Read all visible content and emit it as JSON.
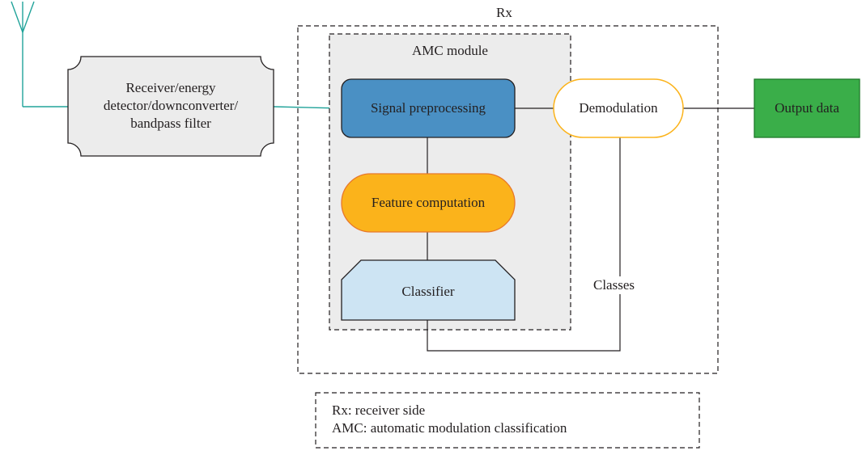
{
  "receiver": {
    "lines": [
      "Receiver/energy",
      "detector/downconverter/",
      "bandpass filter"
    ]
  },
  "rx": {
    "title": "Rx"
  },
  "amc": {
    "title": "AMC module",
    "signal_preprocessing": "Signal preprocessing",
    "feature_computation": "Feature computation",
    "classifier": "Classifier"
  },
  "demodulation": "Demodulation",
  "output": "Output data",
  "classes": "Classes",
  "legend": {
    "lines": [
      "Rx: receiver side",
      "AMC: automatic modulation classification"
    ]
  },
  "colors": {
    "signal_preprocessing": "#4a90c4",
    "feature_computation": "#fbb31b",
    "classifier": "#cde4f3",
    "output": "#3aae49",
    "amc_background": "#ececec",
    "antenna": "#21a39a"
  }
}
